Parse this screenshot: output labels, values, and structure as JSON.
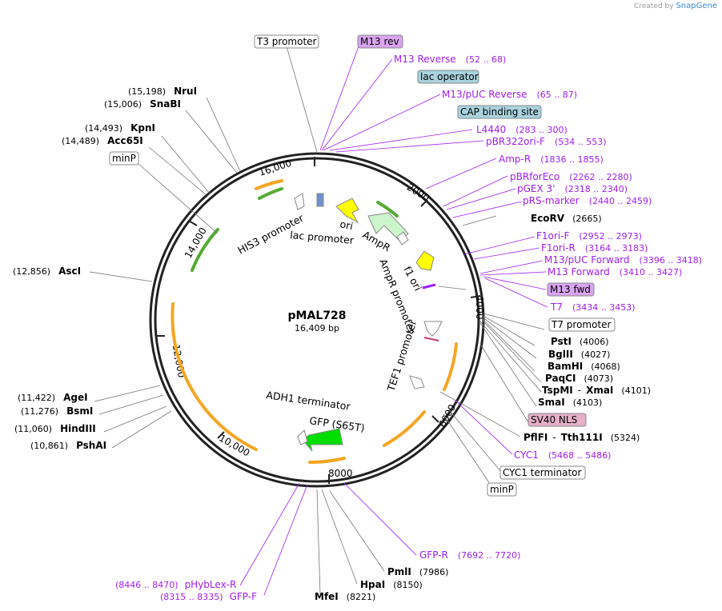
{
  "credit": {
    "prefix": "Created by",
    "brand": "SnapGene"
  },
  "plasmid": {
    "name": "pMAL728",
    "size": "16,409 bp"
  },
  "ticks": [
    "16,000",
    "2000",
    "4000",
    "6000",
    "8000",
    "10,000",
    "12,000",
    "14,000"
  ],
  "features": [
    "HIS3 promoter",
    "lac promoter",
    "ori",
    "AmpR",
    "AmpR promoter",
    "f1 ori",
    "TEF1 promoter",
    "ADH1 terminator",
    "GFP (S65T)"
  ],
  "boxed_features": [
    "T3 promoter",
    "M13 rev",
    "lac operator",
    "CAP binding site",
    "minP",
    "M13 fwd",
    "T7 promoter",
    "SV40 NLS",
    "CYC1 terminator",
    "minP"
  ],
  "primers": [
    {
      "name": "M13 Reverse",
      "range": "(52 .. 68)"
    },
    {
      "name": "M13/pUC Reverse",
      "range": "(65 .. 87)"
    },
    {
      "name": "L4440",
      "range": "(283 .. 300)"
    },
    {
      "name": "pBR322ori-F",
      "range": "(534 .. 553)"
    },
    {
      "name": "Amp-R",
      "range": "(1836 .. 1855)"
    },
    {
      "name": "pBRforEco",
      "range": "(2262 .. 2280)"
    },
    {
      "name": "pGEX 3'",
      "range": "(2318 .. 2340)"
    },
    {
      "name": "pRS-marker",
      "range": "(2440 .. 2459)"
    },
    {
      "name": "F1ori-F",
      "range": "(2952 .. 2973)"
    },
    {
      "name": "F1ori-R",
      "range": "(3164 .. 3183)"
    },
    {
      "name": "M13/pUC Forward",
      "range": "(3396 .. 3418)"
    },
    {
      "name": "M13 Forward",
      "range": "(3410 .. 3427)"
    },
    {
      "name": "T7",
      "range": "(3434 .. 3453)"
    },
    {
      "name": "CYC1",
      "range": "(5468 .. 5486)"
    },
    {
      "name": "GFP-R",
      "range": "(7692 .. 7720)"
    },
    {
      "name": "pHybLex-R",
      "range": "(8446 .. 8470)"
    },
    {
      "name": "GFP-F",
      "range": "(8315 .. 8335)"
    }
  ],
  "enzymes": [
    {
      "name": "NruI",
      "pos": "(15,198)"
    },
    {
      "name": "SnaBI",
      "pos": "(15,006)"
    },
    {
      "name": "KpnI",
      "pos": "(14,493)"
    },
    {
      "name": "Acc65I",
      "pos": "(14,489)"
    },
    {
      "name": "AscI",
      "pos": "(12,856)"
    },
    {
      "name": "AgeI",
      "pos": "(11,422)"
    },
    {
      "name": "BsmI",
      "pos": "(11,276)"
    },
    {
      "name": "HindIII",
      "pos": "(11,060)"
    },
    {
      "name": "PshAI",
      "pos": "(10,861)"
    },
    {
      "name": "EcoRV",
      "pos": "(2665)"
    },
    {
      "name": "PstI",
      "pos": "(4006)"
    },
    {
      "name": "BglII",
      "pos": "(4027)"
    },
    {
      "name": "BamHI",
      "pos": "(4068)"
    },
    {
      "name": "PaqCI",
      "pos": "(4073)"
    },
    {
      "name": "TspMI",
      "name2": "XmaI",
      "pos": "(4101)"
    },
    {
      "name": "SmaI",
      "pos": "(4103)"
    },
    {
      "name": "PflFI",
      "name2": "Tth111I",
      "pos": "(5324)"
    },
    {
      "name": "PmlI",
      "pos": "(7986)"
    },
    {
      "name": "HpaI",
      "pos": "(8150)"
    },
    {
      "name": "MfeI",
      "pos": "(8221)"
    }
  ],
  "colors": {
    "primer": "#a020f0",
    "orf": "#f5a623",
    "green_arrow": "#55aa33",
    "yellow": "#ffff00",
    "gfp": "#00dd00",
    "boxed_blue": "#a9d3de",
    "boxed_purple": "#d9a4f0",
    "boxed_pink": "#e6b0c9"
  }
}
